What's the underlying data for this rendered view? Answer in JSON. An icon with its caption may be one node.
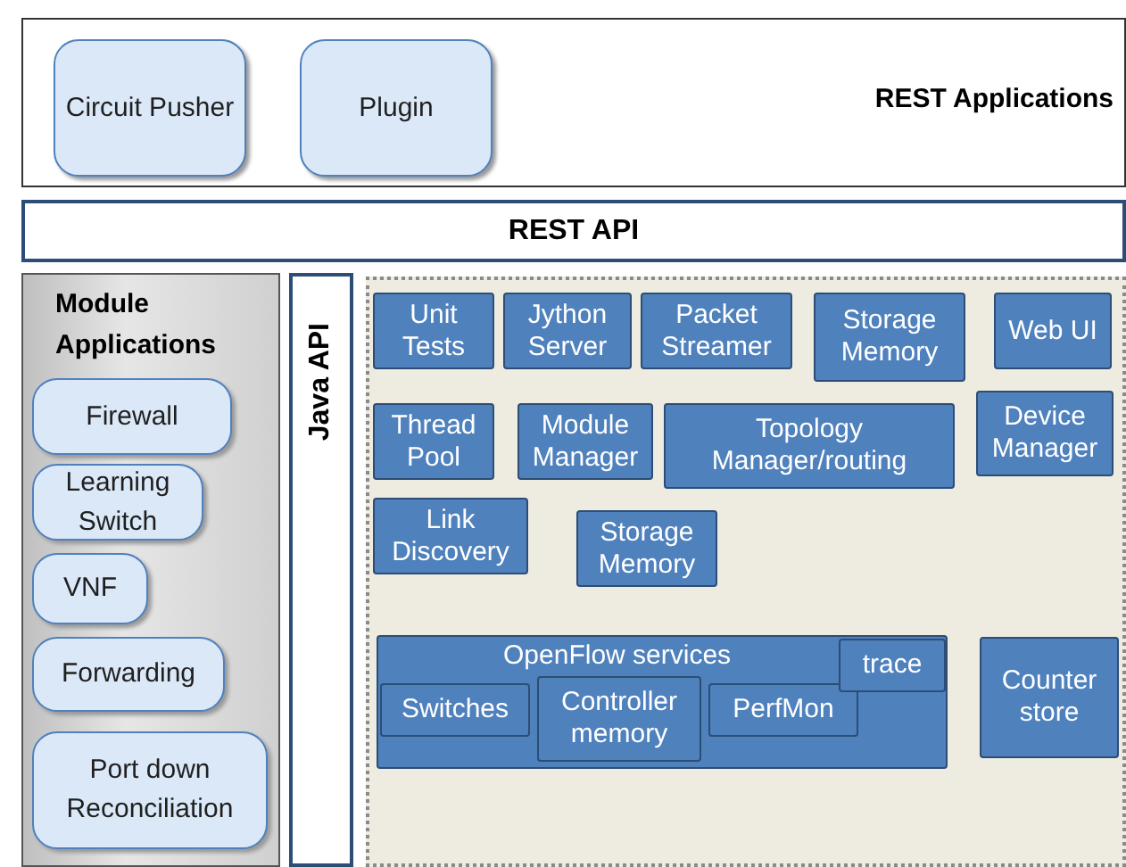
{
  "diagram": {
    "nodes": [
      {
        "text": [
          "REST Applications"
        ]
      },
      {
        "text": [
          "Circuit Pusher"
        ],
        "in": 0
      },
      {
        "text": [
          "Plugin"
        ],
        "in": 0
      },
      {
        "text": [
          "REST API"
        ]
      },
      {
        "text": [
          "Module Applications"
        ]
      },
      {
        "text": [
          "Firewall"
        ],
        "in": 4
      },
      {
        "text": [
          "Learning Switch"
        ],
        "in": 4
      },
      {
        "text": [
          "VNF"
        ],
        "in": 4
      },
      {
        "text": [
          "Forwarding"
        ],
        "in": 4
      },
      {
        "text": [
          "Port down Reconciliation"
        ],
        "in": 4
      },
      {
        "text": [
          "Java API"
        ]
      },
      {
        "text": [],
        "shape": "box"
      },
      {
        "text": [
          "Unit Tests"
        ],
        "in": 11
      },
      {
        "text": [
          "Jython Server"
        ],
        "in": 11
      },
      {
        "text": [
          "Packet Streamer"
        ],
        "in": 11
      },
      {
        "text": [
          "Storage Memory"
        ],
        "in": 11
      },
      {
        "text": [
          "Web UI"
        ],
        "in": 11
      },
      {
        "text": [
          "Thread Pool"
        ],
        "in": 11
      },
      {
        "text": [
          "Module Manager"
        ],
        "in": 11
      },
      {
        "text": [
          "Topology Manager/routing"
        ],
        "in": 11
      },
      {
        "text": [
          "Device Manager"
        ],
        "in": 11
      },
      {
        "text": [
          "Link Discovery"
        ],
        "in": 11
      },
      {
        "text": [
          "Storage Memory"
        ],
        "in": 11
      },
      {
        "text": [
          "OpenFlow services"
        ],
        "in": 11
      },
      {
        "text": [
          "Switches"
        ],
        "in": 23
      },
      {
        "text": [
          "Controller memory"
        ],
        "in": 23
      },
      {
        "text": [
          "PerfMon"
        ],
        "in": 23
      },
      {
        "text": [
          "trace"
        ],
        "in": 23
      },
      {
        "text": [
          "Counter store"
        ],
        "in": 11
      }
    ],
    "edges": []
  }
}
